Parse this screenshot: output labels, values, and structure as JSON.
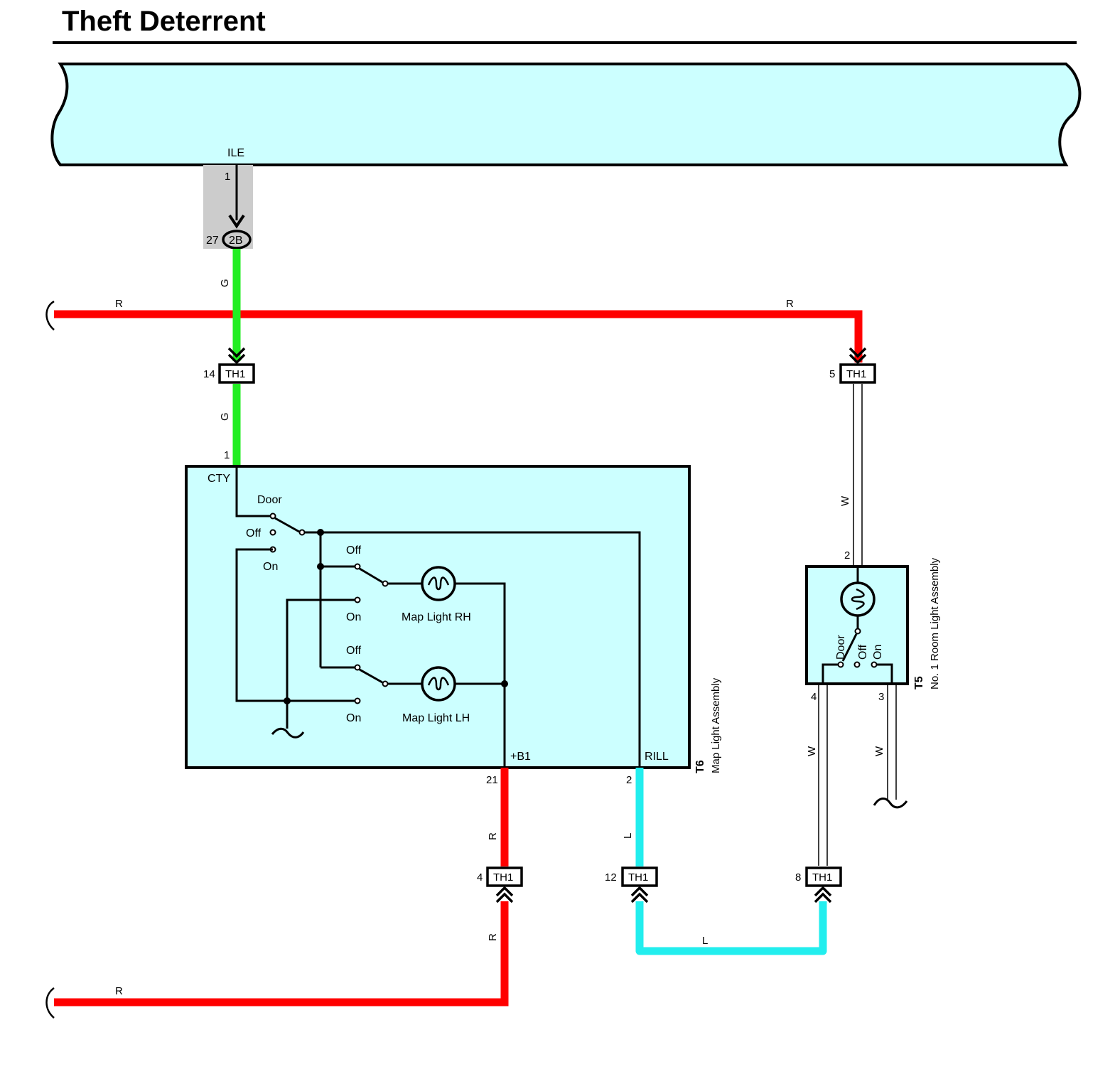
{
  "title": "Theft Deterrent",
  "colors": {
    "component_fill": "#ccffff",
    "wire_red": "#ff0000",
    "wire_green": "#22ee22",
    "wire_blue": "#22eeee",
    "wire_white": "#ffffff",
    "line": "#000000"
  },
  "top_ecu": {
    "terminal_name": "ILE",
    "pin": "1"
  },
  "connector_2b": {
    "label": "2B",
    "pin": "27"
  },
  "wires": {
    "g_upper": "G",
    "g_lower": "G",
    "r_top_left": "R",
    "r_top_right": "R",
    "w_t5_in": "W",
    "w_t5_pin4": "W",
    "w_t5_pin3": "W",
    "r_b1": "R",
    "r_bottom_feed": "R",
    "r_bottom": "R",
    "l_rill": "L",
    "l_bottom": "L"
  },
  "junctions": {
    "th1_14": {
      "label": "TH1",
      "pin": "14"
    },
    "th1_5": {
      "label": "TH1",
      "pin": "5"
    },
    "th1_4": {
      "label": "TH1",
      "pin": "4"
    },
    "th1_12": {
      "label": "TH1",
      "pin": "12"
    },
    "th1_8": {
      "label": "TH1",
      "pin": "8"
    }
  },
  "t6": {
    "code": "T6",
    "name": "Map Light Assembly",
    "pin_cty": "1",
    "terminal_cty": "CTY",
    "pin_b1": "21",
    "terminal_b1": "+B1",
    "pin_rill": "2",
    "terminal_rill": "RILL",
    "switch_main": {
      "door": "Door",
      "off": "Off",
      "on": "On"
    },
    "switch_rh": {
      "off": "Off",
      "on": "On"
    },
    "switch_lh": {
      "off": "Off",
      "on": "On"
    },
    "lamp_rh": "Map Light RH",
    "lamp_lh": "Map Light LH"
  },
  "t5": {
    "code": "T5",
    "name": "No. 1 Room Light Assembly",
    "pin_top": "2",
    "pin_left": "4",
    "pin_right": "3",
    "switch": {
      "door": "Door",
      "off": "Off",
      "on": "On"
    }
  }
}
